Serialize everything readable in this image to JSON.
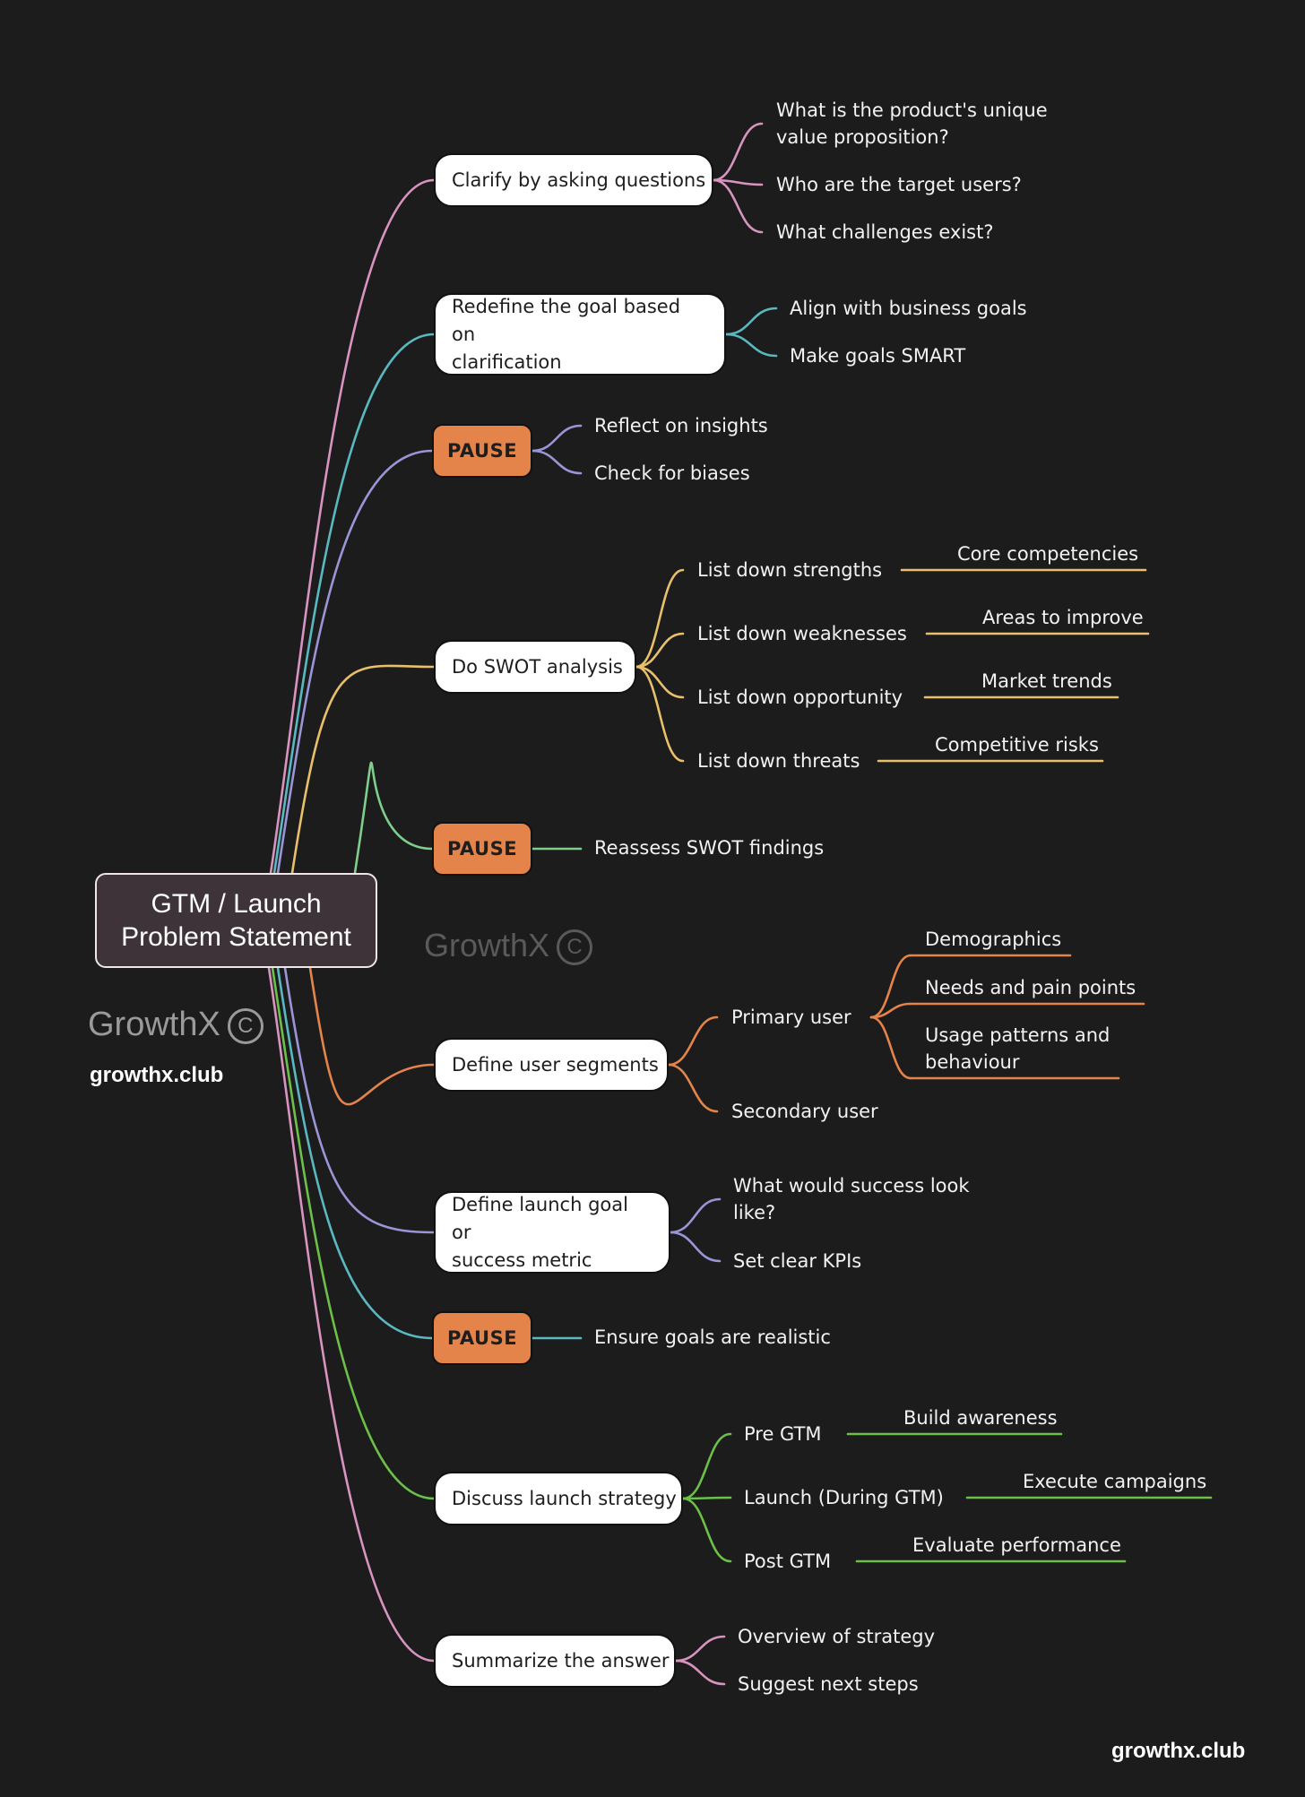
{
  "colors": {
    "background": "#1c1c1c",
    "pink": "#d894bf",
    "teal": "#5ab8c0",
    "purple": "#9a95d6",
    "yellow": "#e8c06c",
    "green_line": "#7fce8c",
    "orange": "#e4844a",
    "green": "#6cc04a",
    "pause_fill": "#e4844a"
  },
  "root": {
    "line1": "GTM / Launch",
    "line2": "Problem Statement"
  },
  "branches": {
    "clarify": {
      "label": "Clarify by asking questions",
      "children": [
        "What is the product's unique",
        "value proposition?",
        "Who are the target users?",
        "What challenges exist?"
      ]
    },
    "redefine": {
      "label1": "Redefine the goal based on",
      "label2": "clarification",
      "children": [
        "Align with business goals",
        "Make goals SMART"
      ]
    },
    "pause1": {
      "label": "PAUSE",
      "children": [
        "Reflect on insights",
        "Check for biases"
      ]
    },
    "swot": {
      "label": "Do SWOT analysis",
      "children": [
        "List down strengths",
        "List down weaknesses",
        "List down opportunity",
        "List down threats"
      ],
      "details": [
        "Core competencies",
        "Areas to improve",
        "Market trends",
        "Competitive risks"
      ]
    },
    "pause2": {
      "label": "PAUSE",
      "children": [
        "Reassess SWOT findings"
      ]
    },
    "segments": {
      "label": "Define user segments",
      "children": [
        "Primary user",
        "Secondary user"
      ],
      "primary_details": [
        "Demographics",
        "Needs and pain points",
        "Usage patterns and",
        "behaviour"
      ]
    },
    "goal": {
      "label1": "Define launch goal or",
      "label2": "success metric",
      "children": [
        "What would success look",
        "like?",
        "Set clear KPIs"
      ]
    },
    "pause3": {
      "label": "PAUSE",
      "children": [
        "Ensure goals are realistic"
      ]
    },
    "strategy": {
      "label": "Discuss launch strategy",
      "children": [
        "Pre GTM",
        "Launch (During GTM)",
        "Post GTM"
      ],
      "details": [
        "Build awareness",
        "Execute campaigns",
        "Evaluate performance"
      ]
    },
    "summary": {
      "label": "Summarize the answer",
      "children": [
        "Overview of strategy",
        "Suggest next steps"
      ]
    }
  },
  "watermark": {
    "brand": "GrowthX",
    "copyright_symbol": "C",
    "site": "growthx.club"
  }
}
